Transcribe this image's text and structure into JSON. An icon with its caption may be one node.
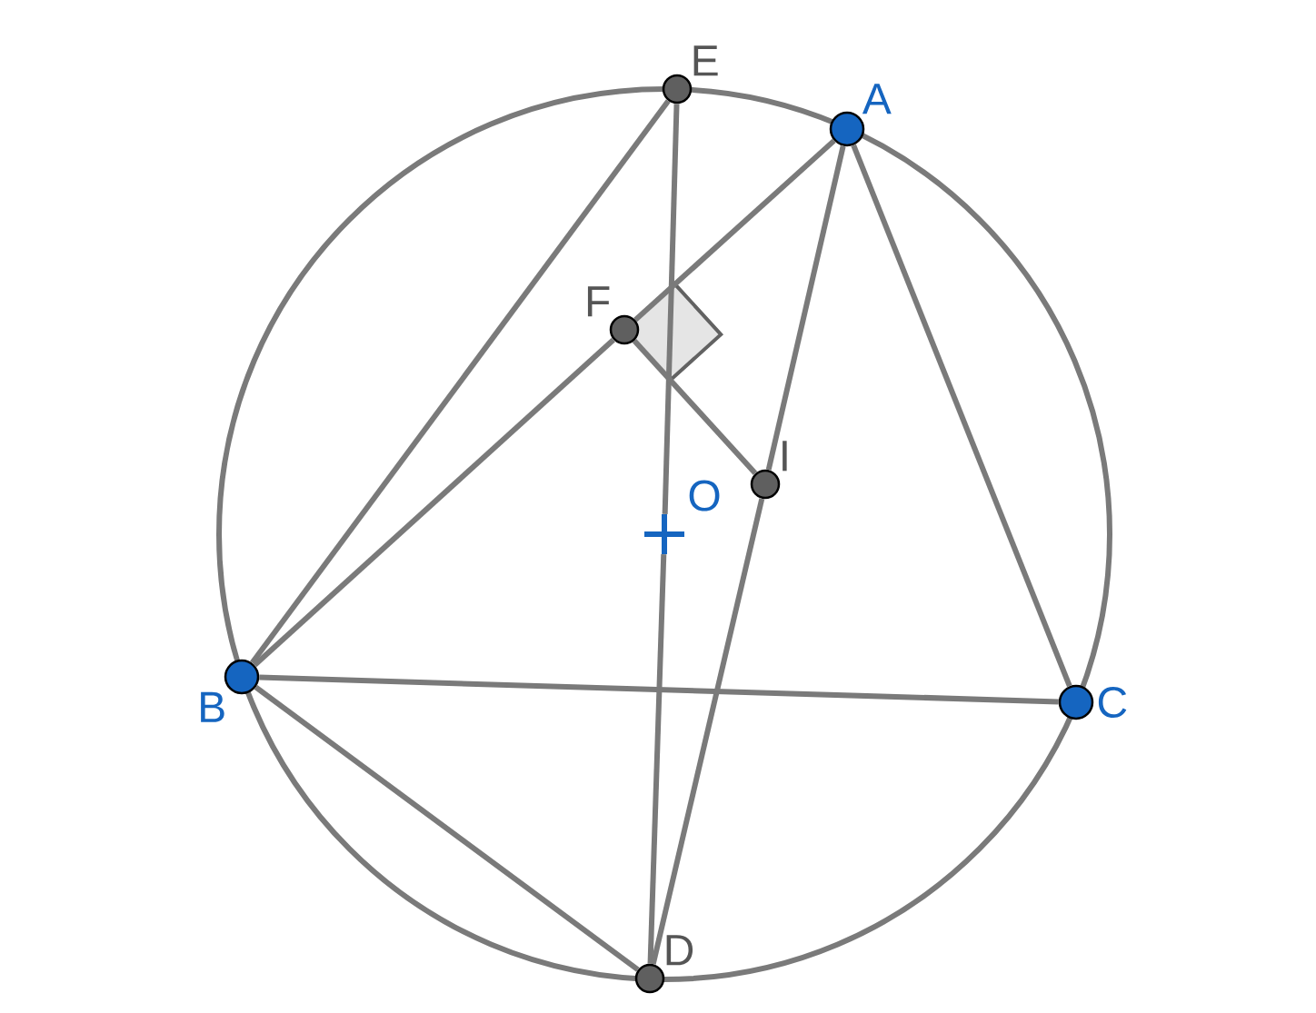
{
  "diagram": {
    "nodes": [
      {
        "text": [
          "E"
        ]
      },
      {
        "text": [
          "A"
        ]
      },
      {
        "text": [
          "F"
        ]
      },
      {
        "text": [
          "I"
        ]
      },
      {
        "text": [
          "O"
        ]
      },
      {
        "text": [
          "B"
        ]
      },
      {
        "text": [
          "C"
        ]
      },
      {
        "text": [
          "D"
        ]
      }
    ],
    "edges": [
      {
        "from": 0,
        "to": 5,
        "arrow": "none"
      },
      {
        "from": 0,
        "to": 4,
        "arrow": "none"
      },
      {
        "from": 4,
        "to": 7,
        "arrow": "none"
      },
      {
        "from": 1,
        "to": 2,
        "arrow": "none"
      },
      {
        "from": 2,
        "to": 5,
        "arrow": "none"
      },
      {
        "from": 1,
        "to": 6,
        "arrow": "none"
      },
      {
        "from": 1,
        "to": 3,
        "arrow": "none"
      },
      {
        "from": 3,
        "to": 7,
        "arrow": "none"
      },
      {
        "from": 2,
        "to": 3,
        "arrow": "none"
      },
      {
        "from": 5,
        "to": 6,
        "arrow": "none"
      },
      {
        "from": 5,
        "to": 7,
        "arrow": "none"
      }
    ]
  }
}
